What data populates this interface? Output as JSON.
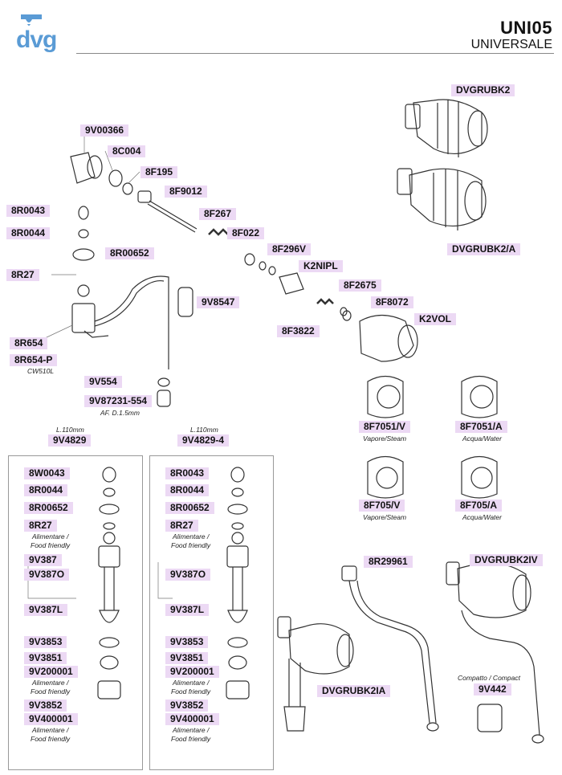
{
  "header": {
    "title": "UNI05",
    "subtitle": "UNIVERSALE",
    "logo": "dvg"
  },
  "labels": {
    "dvgrubk2": "DVGRUBK2",
    "9v00366": "9V00366",
    "8c004": "8C004",
    "8f195": "8F195",
    "8f9012": "8F9012",
    "8r0043": "8R0043",
    "8f267": "8F267",
    "dvgrubk2a": "DVGRUBK2/A",
    "8r0044": "8R0044",
    "8f022": "8F022",
    "8r00652": "8R00652",
    "8f296v": "8F296V",
    "8r27": "8R27",
    "k2nipl": "K2NIPL",
    "8f2675": "8F2675",
    "9v8547": "9V8547",
    "8f8072": "8F8072",
    "k2vol": "K2VOL",
    "8f3822": "8F3822",
    "8r654": "8R654",
    "8r654p": "8R654-P",
    "9v554": "9V554",
    "9v87231": "9V87231-554",
    "8f7051v": "8F7051/V",
    "8f7051a": "8F7051/A",
    "9v4829": "9V4829",
    "9v48294": "9V4829-4",
    "8f705v": "8F705/V",
    "8f705a": "8F705/A",
    "8r29961": "8R29961",
    "dvgrubk2iv": "DVGRUBK2IV",
    "dvgrubk2ia": "DVGRUBK2IA",
    "9v442": "9V442",
    "l_8w0043": "8W0043",
    "l_8r0044": "8R0044",
    "l_8r00652": "8R00652",
    "l_8r27": "8R27",
    "l_9v387": "9V387",
    "l_9v387o": "9V387O",
    "l_9v387l": "9V387L",
    "l_9v3853": "9V3853",
    "l_9v3851": "9V3851",
    "l_9v200001": "9V200001",
    "l_9v3852": "9V3852",
    "l_9v400001": "9V400001",
    "r_8r0043": "8R0043",
    "r_8r0044": "8R0044",
    "r_8r00652": "8R00652",
    "r_8r27": "8R27",
    "r_9v387o": "9V387O",
    "r_9v387l": "9V387L",
    "r_9v3853": "9V3853",
    "r_9v3851": "9V3851",
    "r_9v200001": "9V200001",
    "r_9v3852": "9V3852",
    "r_9v400001": "9V400001"
  },
  "notes": {
    "cw510l": "CW510L",
    "af": "AF. D.1.5mm",
    "vapore1": "Vapore/Steam",
    "acqua1": "Acqua/Water",
    "vapore2": "Vapore/Steam",
    "acqua2": "Acqua/Water",
    "l110a": "L.110mm",
    "l110b": "L.110mm",
    "l_food1a": "Alimentare /",
    "l_food1b": "Food friendly",
    "l_food2a": "Alimentare /",
    "l_food2b": "Food friendly",
    "l_food3a": "Alimentare /",
    "l_food3b": "Food friendly",
    "r_food1a": "Alimentare /",
    "r_food1b": "Food friendly",
    "r_food2a": "Alimentare /",
    "r_food2b": "Food friendly",
    "r_food3a": "Alimentare /",
    "r_food3b": "Food friendly",
    "compact": "Compatto / Compact"
  }
}
